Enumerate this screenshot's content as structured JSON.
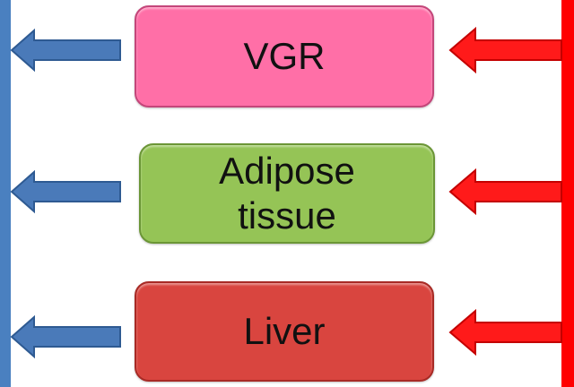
{
  "colors": {
    "left_bar": "#4a80c0",
    "right_bar": "#ff0000",
    "left_arrow_fill": "#4a7ab9",
    "left_arrow_stroke": "#2e5a92",
    "right_arrow_fill": "#ff1a1a",
    "right_arrow_stroke": "#c40000"
  },
  "nodes": [
    {
      "id": "vgr",
      "label": "VGR",
      "fill": "#ff6fa7",
      "border": "#c4467a"
    },
    {
      "id": "adipose",
      "label": "Adipose\ntissue",
      "fill": "#95c456",
      "border": "#6b9636"
    },
    {
      "id": "liver",
      "label": "Liver",
      "fill": "#d9453f",
      "border": "#a82a25"
    }
  ]
}
